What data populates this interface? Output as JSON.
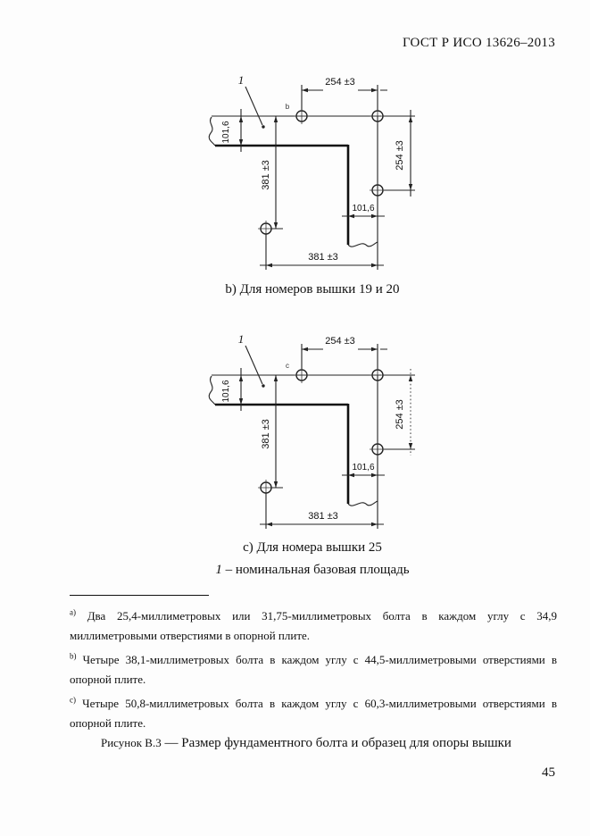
{
  "header": "ГОСТ Р ИСО 13626–2013",
  "page_number": "45",
  "drawings": [
    {
      "caption": "b) Для номеров вышки 19 и 20",
      "area_label": "1",
      "hole_ref": "b",
      "dims": {
        "top": "254 ±3",
        "right": "254 ±3",
        "left_offset": "101,6",
        "bottom_offset": "101,6",
        "vertical": "381 ±3",
        "bottom": "381 ±3"
      }
    },
    {
      "caption": "c) Для номера вышки 25",
      "area_label": "1",
      "hole_ref": "c",
      "dims": {
        "top": "254 ±3",
        "right": "254 ±3",
        "left_offset": "101,6",
        "bottom_offset": "101,6",
        "vertical": "381 ±3",
        "bottom": "381 ±3"
      }
    }
  ],
  "legend": {
    "symbol": "1",
    "text": "– номинальная базовая площадь"
  },
  "footnotes": [
    {
      "marker": "a)",
      "text": "Два 25,4-миллиметровых или 31,75-миллиметровых болта в каждом углу с 34,9 миллиметровыми отверстиями в опорной плите."
    },
    {
      "marker": "b)",
      "text": "Четыре 38,1-миллиметровых болта в каждом углу с 44,5-миллиметровыми отверстиями в опорной плите."
    },
    {
      "marker": "c)",
      "text": "Четыре 50,8-миллиметровых болта в каждом углу с 60,3-миллиметровыми отверстиями в опорной плите."
    }
  ],
  "figure_caption": {
    "label": "Рисунок В.3",
    "separator": "—",
    "text": "Размер фундаментного болта и образец для опоры вышки"
  }
}
